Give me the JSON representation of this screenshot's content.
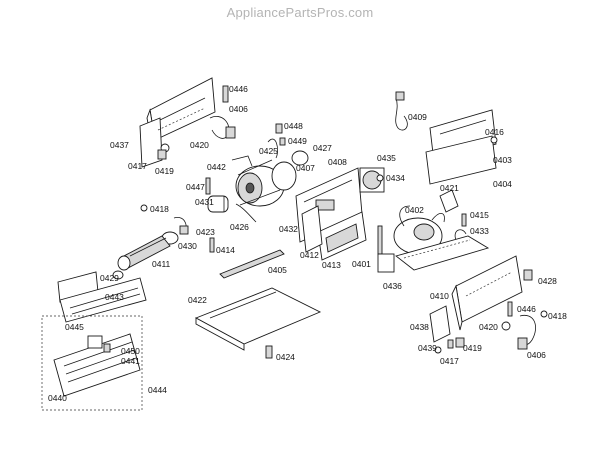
{
  "watermark": "AppliancePartsPros.com",
  "labels": [
    {
      "id": "0446a",
      "text": "0446"
    },
    {
      "id": "0406a",
      "text": "0406"
    },
    {
      "id": "0437",
      "text": "0437"
    },
    {
      "id": "0420a",
      "text": "0420"
    },
    {
      "id": "0417a",
      "text": "0417"
    },
    {
      "id": "0419a",
      "text": "0419"
    },
    {
      "id": "0448",
      "text": "0448"
    },
    {
      "id": "0449",
      "text": "0449"
    },
    {
      "id": "0425",
      "text": "0425"
    },
    {
      "id": "0427",
      "text": "0427"
    },
    {
      "id": "0442",
      "text": "0442"
    },
    {
      "id": "0407",
      "text": "0407"
    },
    {
      "id": "0408",
      "text": "0408"
    },
    {
      "id": "0435",
      "text": "0435"
    },
    {
      "id": "0434",
      "text": "0434"
    },
    {
      "id": "0409",
      "text": "0409"
    },
    {
      "id": "0416",
      "text": "0416"
    },
    {
      "id": "0403",
      "text": "0403"
    },
    {
      "id": "0404",
      "text": "0404"
    },
    {
      "id": "0447",
      "text": "0447"
    },
    {
      "id": "0431",
      "text": "0431"
    },
    {
      "id": "0418a",
      "text": "0418"
    },
    {
      "id": "0426",
      "text": "0426"
    },
    {
      "id": "0423",
      "text": "0423"
    },
    {
      "id": "0432",
      "text": "0432"
    },
    {
      "id": "0421",
      "text": "0421"
    },
    {
      "id": "0415",
      "text": "0415"
    },
    {
      "id": "0402",
      "text": "0402"
    },
    {
      "id": "0433",
      "text": "0433"
    },
    {
      "id": "0430",
      "text": "0430"
    },
    {
      "id": "0414",
      "text": "0414"
    },
    {
      "id": "0412",
      "text": "0412"
    },
    {
      "id": "0413",
      "text": "0413"
    },
    {
      "id": "0401",
      "text": "0401"
    },
    {
      "id": "0429",
      "text": "0429"
    },
    {
      "id": "0411",
      "text": "0411"
    },
    {
      "id": "0405",
      "text": "0405"
    },
    {
      "id": "0436",
      "text": "0436"
    },
    {
      "id": "0410",
      "text": "0410"
    },
    {
      "id": "0428",
      "text": "0428"
    },
    {
      "id": "0443",
      "text": "0443"
    },
    {
      "id": "0422",
      "text": "0422"
    },
    {
      "id": "0446b",
      "text": "0446"
    },
    {
      "id": "0418b",
      "text": "0418"
    },
    {
      "id": "0438",
      "text": "0438"
    },
    {
      "id": "0420b",
      "text": "0420"
    },
    {
      "id": "0445",
      "text": "0445"
    },
    {
      "id": "0450",
      "text": "0450"
    },
    {
      "id": "0441",
      "text": "0441"
    },
    {
      "id": "0439",
      "text": "0439"
    },
    {
      "id": "0419b",
      "text": "0419"
    },
    {
      "id": "0406b",
      "text": "0406"
    },
    {
      "id": "0424",
      "text": "0424"
    },
    {
      "id": "0417b",
      "text": "0417"
    },
    {
      "id": "0444",
      "text": "0444"
    },
    {
      "id": "0440",
      "text": "0440"
    }
  ]
}
